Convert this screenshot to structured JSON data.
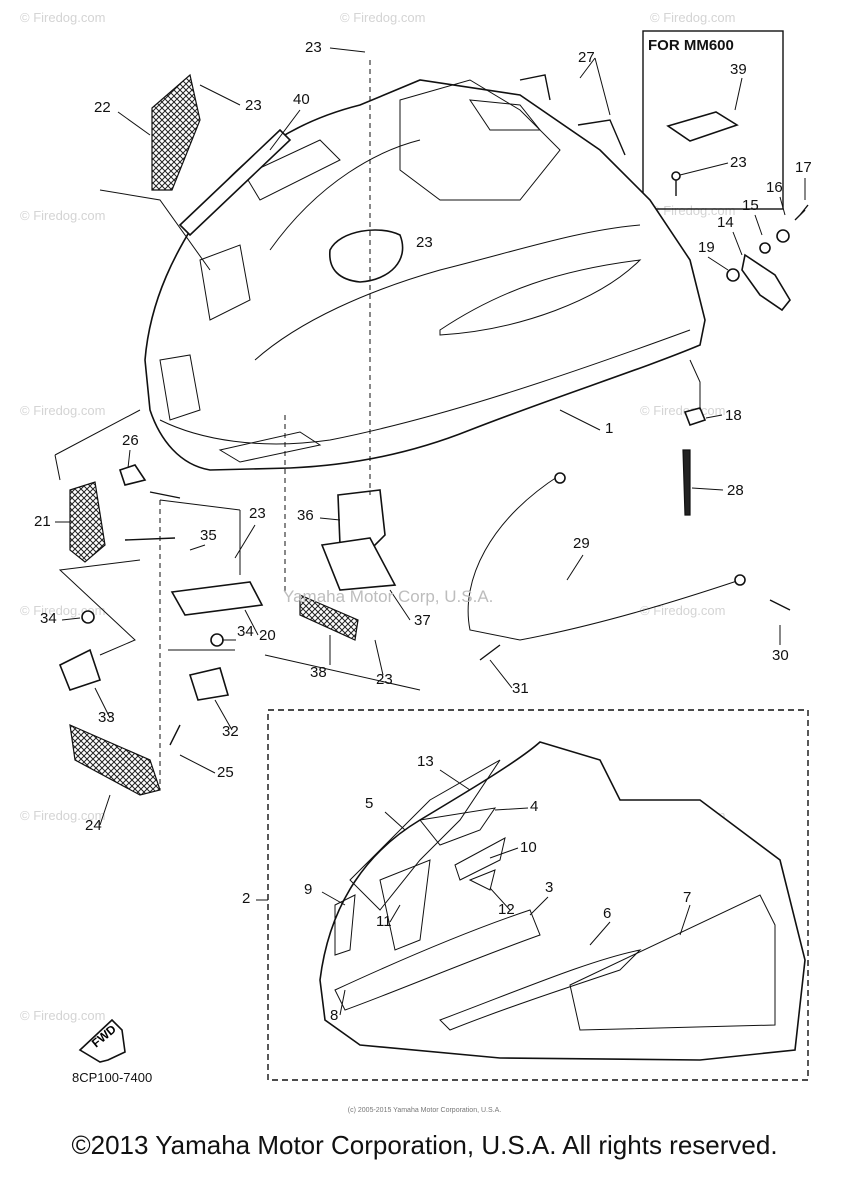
{
  "inset_box_label": "FOR MM600",
  "part_code": "8CP100-7400",
  "fwd_label": "FWD",
  "copyright": "©2013 Yamaha Motor Corporation, U.S.A. All rights reserved.",
  "small_copyright": "(c) 2005-2015 Yamaha Motor Corporation, U.S.A.",
  "watermark_center": "Yamaha Motor Corp, U.S.A.",
  "watermark_repeat": "© Firedog.com",
  "callouts": {
    "c23a": "23",
    "c23b": "23",
    "c23c": "23",
    "c23d": "23",
    "c23e": "23",
    "c23f": "23",
    "c22": "22",
    "c40": "40",
    "c27": "27",
    "c39": "39",
    "c17": "17",
    "c16": "16",
    "c15": "15",
    "c14": "14",
    "c19": "19",
    "c18": "18",
    "c1": "1",
    "c28": "28",
    "c26": "26",
    "c21": "21",
    "c35": "35",
    "c36": "36",
    "c29": "29",
    "c30": "30",
    "c34a": "34",
    "c34b": "34",
    "c20": "20",
    "c37": "37",
    "c38": "38",
    "c31": "31",
    "c33": "33",
    "c32": "32",
    "c25": "25",
    "c24": "24",
    "c13": "13",
    "c5": "5",
    "c4": "4",
    "c10": "10",
    "c2": "2",
    "c9": "9",
    "c3": "3",
    "c11": "11",
    "c12": "12",
    "c6": "6",
    "c7": "7",
    "c8": "8"
  }
}
